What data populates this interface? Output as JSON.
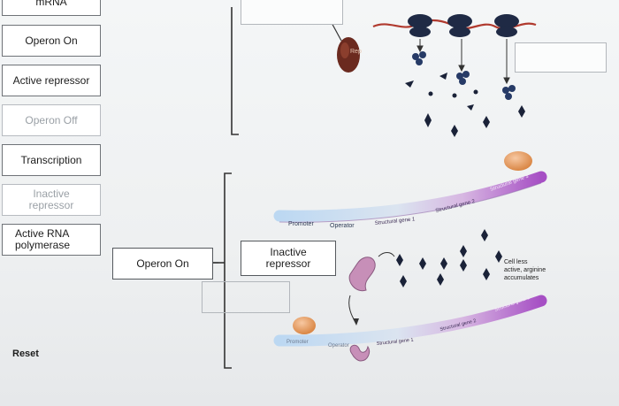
{
  "terms": {
    "top_partial": "mRNA",
    "operon_on": "Operon On",
    "active_repressor": "Active repressor",
    "operon_off": "Operon Off",
    "transcription": "Transcription",
    "inactive_repressor": "Inactive repressor",
    "active_rna_pol": "Active RNA polymerase"
  },
  "drops": {
    "operon_on": "Operon On",
    "inactive_repressor": "Inactive repressor"
  },
  "diagram": {
    "rep_label": "Rep",
    "promoter": "Promoter",
    "operator": "Operator",
    "structural_gene_1": "Structural gene 1",
    "structural_gene_2": "Structural gene 2",
    "structural_gene_3": "Structural gene 3",
    "cell_note_1": "Cell less",
    "cell_note_2": "active, arginine",
    "cell_note_3": "accumulates"
  },
  "controls": {
    "reset": "Reset"
  }
}
